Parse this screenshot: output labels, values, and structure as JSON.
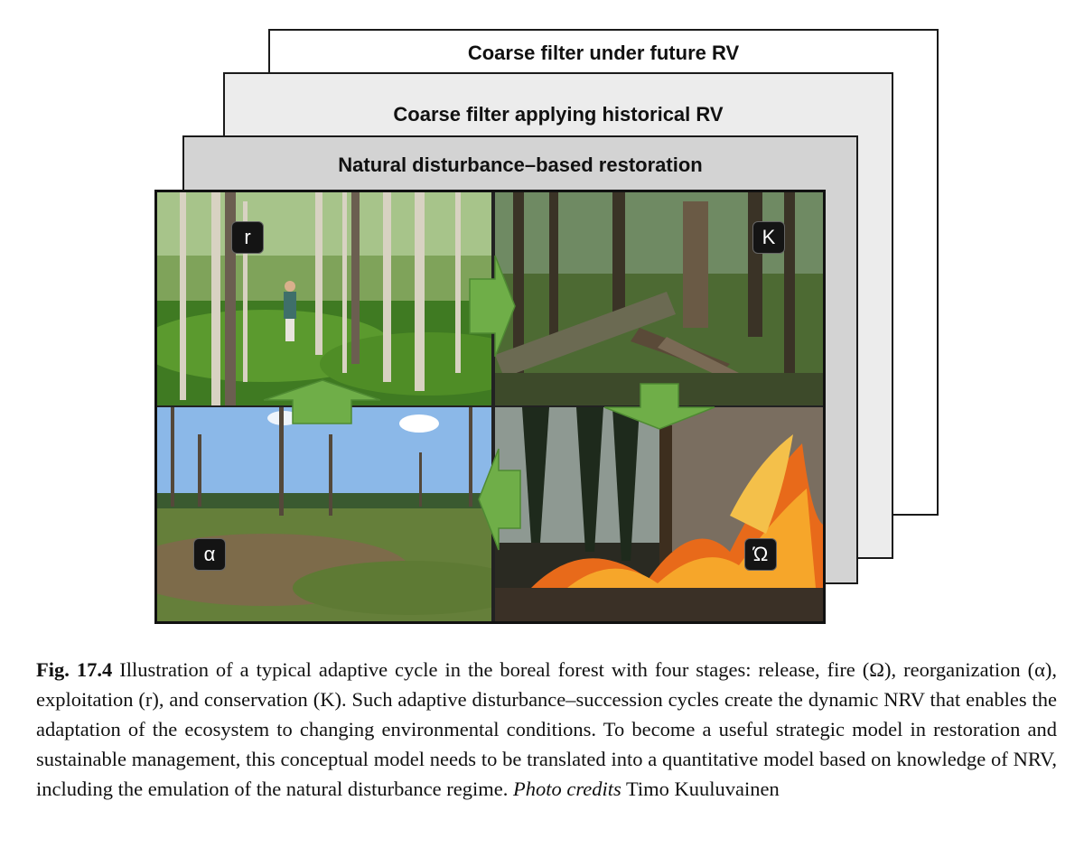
{
  "layers": {
    "future": "Coarse filter under future RV",
    "historical": "Coarse filter applying historical RV",
    "natural": "Natural disturbance–based restoration"
  },
  "stages": {
    "exploitation": "r",
    "conservation": "K",
    "reorganization": "α",
    "release": "Ώ"
  },
  "caption": {
    "label": "Fig. 17.4",
    "text": "Illustration of a typical adaptive cycle in the boreal forest with four stages: release, fire (Ω), reorganization (α), exploitation (r), and conservation (K). Such adaptive disturbance–succession cycles create the dynamic NRV that enables the adaptation of the ecosystem to changing environmental conditions. To become a useful strategic model in restoration and sustainable management, this conceptual model needs to be translated into a quantitative model based on knowledge of NRV, including the emulation of the natural disturbance regime.",
    "credit_label": "Photo credits",
    "credit_name": "Timo Kuuluvainen"
  },
  "colors": {
    "arrow": "#6fae48",
    "arrow_border": "#4f8a33"
  }
}
